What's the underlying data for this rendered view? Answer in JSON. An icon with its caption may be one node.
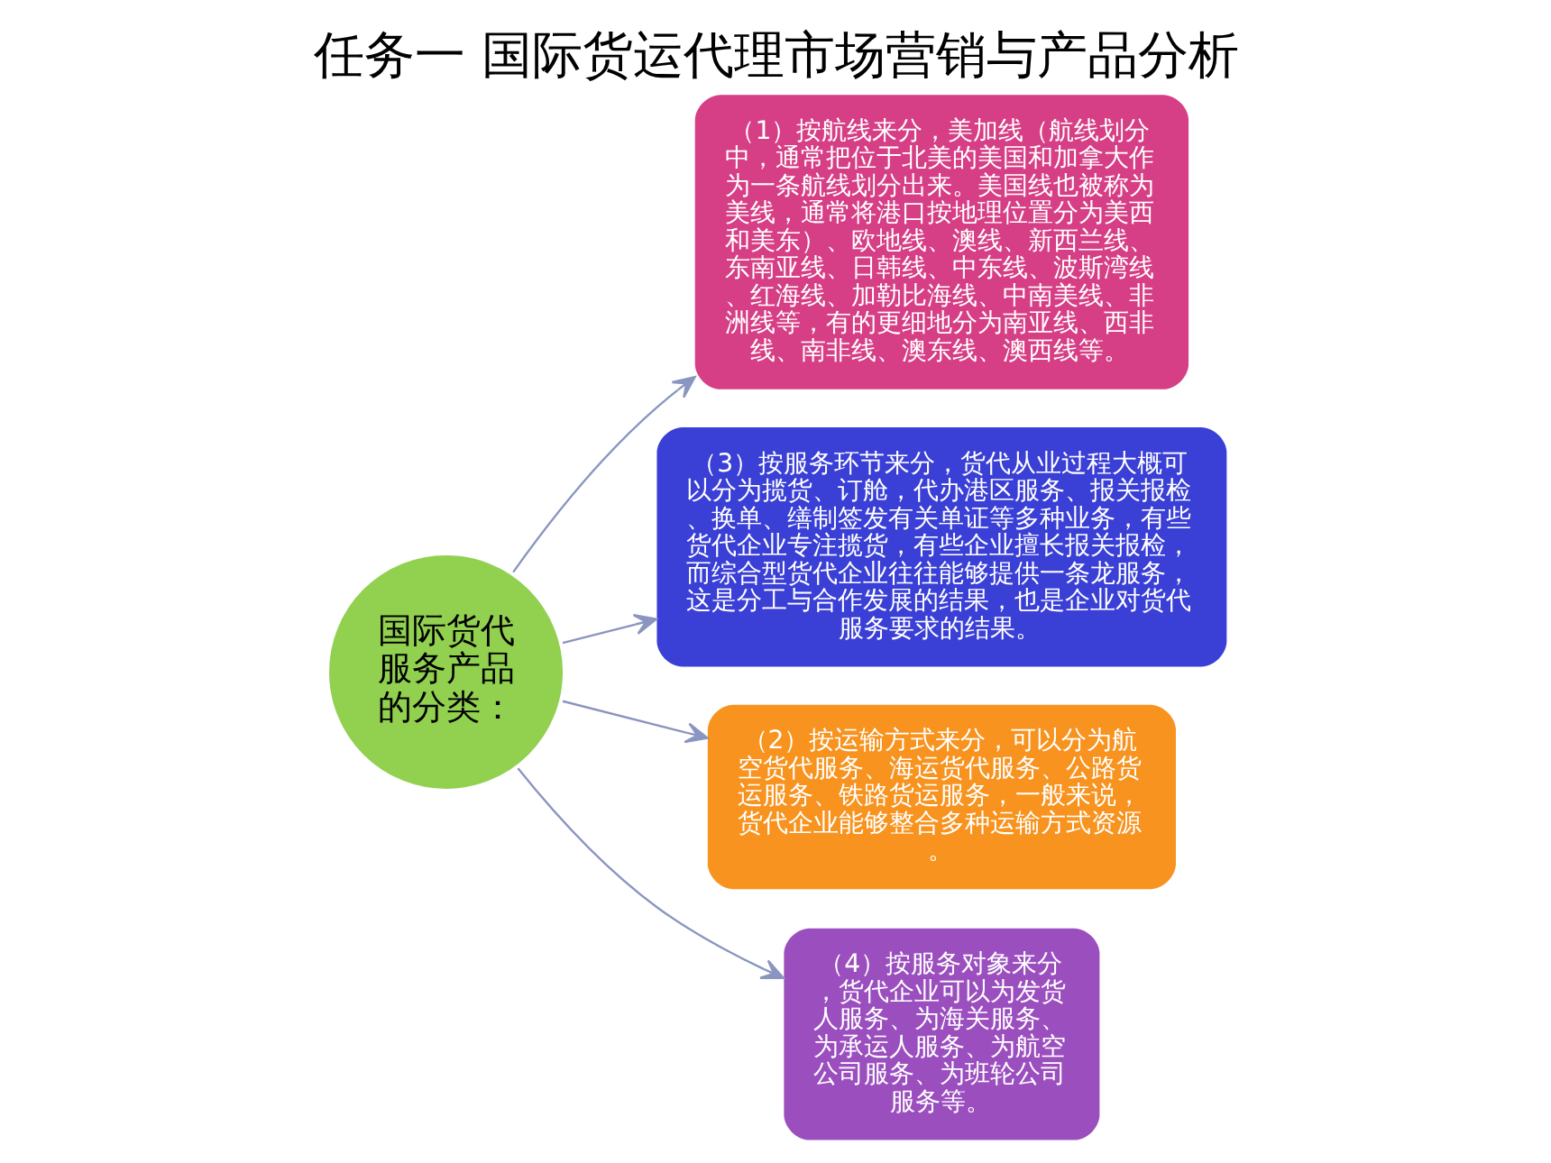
{
  "diagram": {
    "title": "任务一 国际货运代理市场营销与产品分析",
    "nodes": [
      {
        "text": [
          "（1）按航线来分，美加线（航线划分中，通常把位于北美的美国和加拿大作为一条航线划分出来。美国线也被称为美线，通常将港口按地理位置分为美西和美东）、欧地线、澳线、新西兰线、东南亚线、日韩线、中东线、波斯湾线、红海线、加勒比海线、中南美线、非洲线等，有的更细地分为南亚线、西非线、南非线、澳东线、澳西线等。"
        ]
      },
      {
        "text": [
          "（3）按服务环节来分，货代从业过程大概可以分为揽货、订舱，代办港区服务、报关报检、换单、缮制签发有关单证等多种业务，有些货代企业专注揽货，有些企业擅长报关报检，而综合型货代企业往往能够提供一条龙服务，这是分工与合作发展的结果，也是企业对货代服务要求的结果。"
        ]
      },
      {
        "text": [
          "国际货代服务产品的分类："
        ]
      },
      {
        "text": [
          "（2）按运输方式来分，可以分为航空货代服务、海运货代服务、公路货运服务、铁路货运服务，一般来说，货代企业能够整合多种运输方式资源。"
        ]
      },
      {
        "text": [
          "（4）按服务对象来分，货代企业可以为发货人服务、为海关服务、为承运人服务、为航空公司服务、为班轮公司服务等。"
        ]
      }
    ],
    "edges": [
      {
        "from": 2,
        "to": 0,
        "arrow": "to"
      },
      {
        "from": 2,
        "to": 1,
        "arrow": "to"
      },
      {
        "from": 2,
        "to": 3,
        "arrow": "to"
      },
      {
        "from": 2,
        "to": 4,
        "arrow": "to"
      }
    ]
  }
}
